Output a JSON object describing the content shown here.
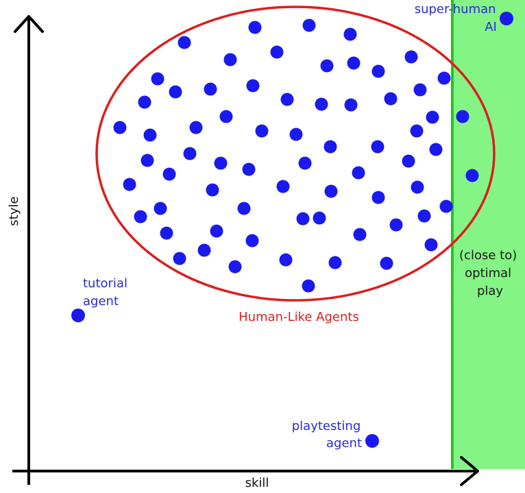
{
  "colors": {
    "background": "#ffffff",
    "optimal_region_fill": "#84f484",
    "optimal_boundary": "#19cc19",
    "ellipse_stroke": "#dc1e1e",
    "ellipse_label": "#dc1e1e",
    "agent_dot": "#1a1aee",
    "blue_label": "#2a2ad8",
    "axis": "#000000",
    "region_label": "#1a1a1a"
  },
  "axes": {
    "x_label": "skill",
    "y_label": "style"
  },
  "labels": {
    "super_human": [
      "super-human",
      "AI"
    ],
    "tutorial": [
      "tutorial",
      "agent"
    ],
    "playtesting": [
      "playtesting",
      "agent"
    ],
    "human_like": "Human-Like Agents",
    "optimal": [
      "(close to)",
      "optimal",
      "play"
    ]
  },
  "icons": {
    "agent": "filled-circle",
    "x_axis_arrow": "arrow-right",
    "y_axis_arrow": "arrow-up"
  }
}
